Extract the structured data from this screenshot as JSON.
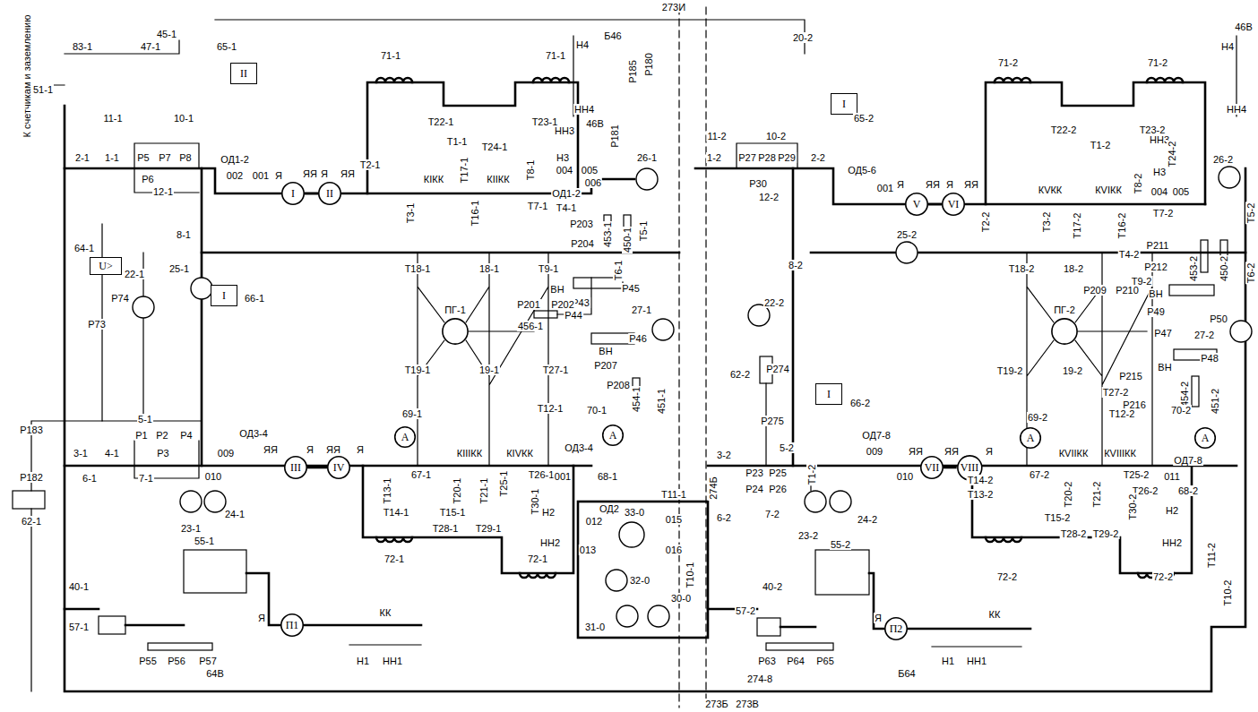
{
  "diagram": {
    "nodes": [
      {
        "text": [
          "U>"
        ]
      },
      {
        "text": [
          "II"
        ]
      },
      {
        "text": [
          "I"
        ]
      },
      {
        "text": [
          "I"
        ]
      },
      {
        "text": [
          "I"
        ]
      },
      {
        "text": [
          "I"
        ]
      },
      {
        "text": [
          "II"
        ]
      },
      {
        "text": [
          "III"
        ]
      },
      {
        "text": [
          "IV"
        ]
      },
      {
        "text": [
          "V"
        ]
      },
      {
        "text": [
          "VI"
        ]
      },
      {
        "text": [
          "VII"
        ]
      },
      {
        "text": [
          "VIII"
        ]
      },
      {
        "text": [
          "A"
        ]
      },
      {
        "text": [
          "A"
        ]
      },
      {
        "text": [
          "A"
        ]
      },
      {
        "text": [
          "A"
        ]
      },
      {
        "text": [
          "ПГ-1"
        ]
      },
      {
        "text": [
          "ПГ-2"
        ]
      },
      {
        "text": [
          "П1"
        ]
      },
      {
        "text": [
          "П2"
        ]
      }
    ],
    "edges": [
      {
        "from": 5,
        "to": 6,
        "arrow": "none"
      },
      {
        "from": 7,
        "to": 8,
        "arrow": "none"
      },
      {
        "from": 9,
        "to": 10,
        "arrow": "none"
      },
      {
        "from": 11,
        "to": 12,
        "arrow": "none"
      }
    ],
    "labels": [
      "К счетчикам и заземлению",
      "45-1",
      "83-1",
      "47-1",
      "51-1",
      "65-1",
      "11-1",
      "10-1",
      "2-1",
      "1-1",
      "Р5",
      "Р7",
      "Р8",
      "Р6",
      "12-1",
      "ОД1-2",
      "002",
      "001",
      "Я",
      "ЯЯ",
      "Я",
      "ЯЯ",
      "Т2-1",
      "71-1",
      "71-1",
      "Т22-1",
      "Т23-1",
      "Т1-1",
      "Т24-1",
      "НН3",
      "Н3",
      "КIКК",
      "Т17-1",
      "КIIКК",
      "Т8-1",
      "004",
      "005",
      "006",
      "26-1",
      "Т3-1",
      "Т16-1",
      "Т7-1",
      "ОД1-2",
      "Т4-1",
      "Н4",
      "Б46",
      "Р180",
      "Р185",
      "НН4",
      "46В",
      "Р181",
      "273И",
      "20-2",
      "Р203",
      "453-1",
      "450-1",
      "Т5-1",
      "8-1",
      "22-1",
      "25-1",
      "Т18-1",
      "18-1",
      "Т9-1",
      "Р204",
      "ВН",
      "Т6-1",
      "Р45",
      "Р43",
      "Р201",
      "Р202",
      "456-1",
      "27-1",
      "Р44",
      "Р46",
      "ВН",
      "64-1",
      "Р74",
      "Р73",
      "66-1",
      "Т19-1",
      "19-1",
      "Т27-1",
      "Р207",
      "Р208",
      "454-1",
      "451-1",
      "Р183",
      "Р182",
      "62-1",
      "5-1",
      "3-1",
      "4-1",
      "Р1",
      "Р2",
      "Р4",
      "Р3",
      "ОД3-4",
      "009",
      "010",
      "ЯЯ",
      "Я",
      "ЯЯ",
      "Я",
      "6-1",
      "7-1",
      "23-1",
      "24-1",
      "69-1",
      "Т12-1",
      "70-1",
      "КIIIКК",
      "КIVКК",
      "67-1",
      "Т13-1",
      "Т20-1",
      "Т21-1",
      "Т25-1",
      "Т26-1",
      "ОД3-4",
      "001",
      "68-1",
      "Т14-1",
      "Т15-1",
      "Т28-1",
      "Т29-1",
      "Т30-1",
      "Н2",
      "НН2",
      "72-1",
      "72-1",
      "ОД2",
      "33-0",
      "012",
      "015",
      "013",
      "016",
      "Т11-1",
      "Т10-1",
      "32-0",
      "30-0",
      "31-0",
      "40-1",
      "57-1",
      "55-1",
      "Р55",
      "Р56",
      "Р57",
      "Я",
      "КК",
      "Н1",
      "НН1",
      "64В",
      "274Б",
      "274-8",
      "273Б",
      "273В",
      "11-2",
      "10-2",
      "65-2",
      "1-2",
      "2-2",
      "Р27",
      "Р28",
      "Р29",
      "Р30",
      "12-2",
      "ОД5-6",
      "001",
      "Я",
      "ЯЯ",
      "Я",
      "ЯЯ",
      "71-2",
      "71-2",
      "Т22-2",
      "Т1-2",
      "Т23-2",
      "НН3",
      "Н4",
      "46В",
      "НН4",
      "Т24-2",
      "Н3",
      "КVКК",
      "КVIКК",
      "Т8-2",
      "004",
      "005",
      "26-2",
      "Т2-2",
      "Т3-2",
      "Т17-2",
      "Т16-2",
      "Т7-2",
      "Т5-2",
      "Т4-2",
      "Р211",
      "Р212",
      "453-2",
      "450-2",
      "Т6-2",
      "25-2",
      "22-2",
      "8-2",
      "Т18-2",
      "18-2",
      "Т9-2",
      "ВН",
      "Р49",
      "Р50",
      "Р47",
      "27-2",
      "Р48",
      "ВН",
      "Р209",
      "Р210",
      "Т19-2",
      "19-2",
      "Т27-2",
      "Р215",
      "Р216",
      "454-2",
      "451-2",
      "62-2",
      "Р274",
      "Р275",
      "66-2",
      "5-2",
      "3-2",
      "Р23",
      "Р25",
      "Р24",
      "Р26",
      "6-2",
      "7-2",
      "Т1-2",
      "ОД7-8",
      "009",
      "010",
      "ЯЯ",
      "ЯЯ",
      "Я",
      "23-2",
      "24-2",
      "69-2",
      "КVIIКК",
      "КVIIIКК",
      "Т12-2",
      "70-2",
      "ОД7-8",
      "67-2",
      "Т14-2",
      "Т13-2",
      "Т20-2",
      "Т21-2",
      "Т25-2",
      "Т26-2",
      "011",
      "68-2",
      "Т15-2",
      "Т28-2",
      "Т29-2",
      "Т30-2",
      "Н2",
      "НН2",
      "72-2",
      "72-2",
      "Т11-2",
      "Т10-2",
      "40-2",
      "57-2",
      "55-2",
      "Р63",
      "Р64",
      "Р65",
      "Я",
      "КК",
      "Н1",
      "НН1",
      "Б64"
    ]
  }
}
